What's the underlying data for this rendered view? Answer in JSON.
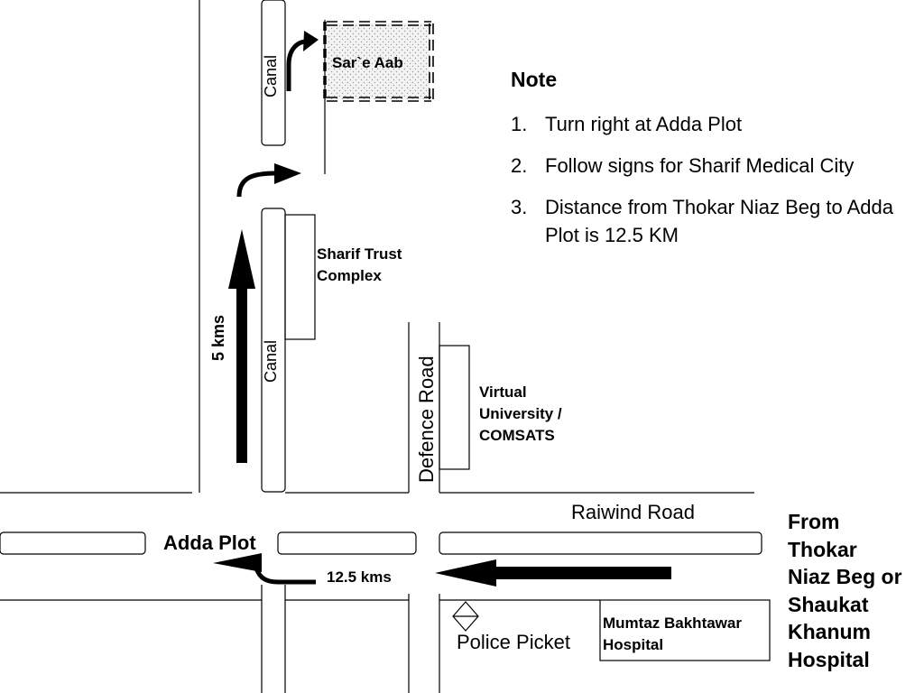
{
  "labels": {
    "destination": "Sar`e Aab",
    "canal_top": "Canal",
    "canal_bottom": "Canal",
    "sharif_trust": [
      "Sharif Trust",
      "Complex"
    ],
    "five_kms": "5 kms",
    "defence_road": "Defence Road",
    "virtual_university": [
      "Virtual",
      "University /",
      "COMSATS"
    ],
    "raiwind_road": "Raiwind Road",
    "adda_plot": "Adda Plot",
    "twelve_kms": "12.5 kms",
    "police_picket": "Police Picket",
    "mumtaz_hospital": [
      "Mumtaz Bakhtawar",
      "Hospital"
    ],
    "from": [
      "From",
      "Thokar",
      "Niaz Beg or",
      "Shaukat",
      "Khanum",
      "Hospital"
    ]
  },
  "note": {
    "title": "Note",
    "items": [
      {
        "num": "1.",
        "text": "Turn right at Adda Plot"
      },
      {
        "num": "2.",
        "text": "Follow signs for Sharif Medical City"
      },
      {
        "num": "3.",
        "text": "Distance from Thokar Niaz Beg to Adda Plot is 12.5 KM"
      }
    ]
  },
  "icons": {
    "police_picket": "diamond-icon",
    "direction_arrows": "arrow-icon"
  },
  "colors": {
    "ink": "#000000",
    "background": "#ffffff",
    "destination_fill": "#f1f1f1"
  }
}
